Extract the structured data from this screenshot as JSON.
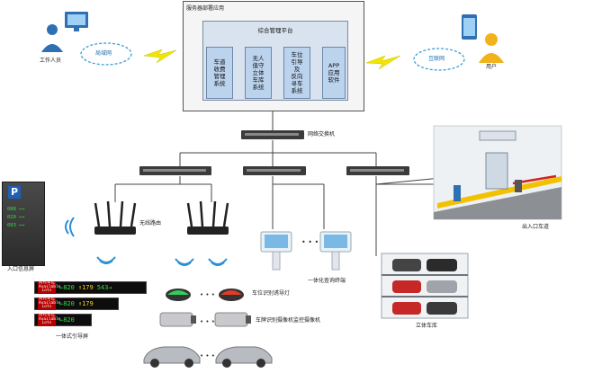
{
  "server": {
    "title": "服务器部署应用",
    "platform_title": "综合管理平台",
    "modules": [
      "车道\n收费\n管理\n系统",
      "无人\n值守\n立体\n车库\n系统",
      "车位\n引导\n及\n反向\n寻车\n系统",
      "APP\n应用\n软件"
    ]
  },
  "labels": {
    "staff": "工作人员",
    "lan": "局域网",
    "internet": "互联网",
    "user": "用户",
    "network_switch": "网络交换机",
    "wireless_router": "无线路由",
    "lane": "出入口车道",
    "query_machine": "一体化查询终端",
    "entrance_screen": "入口信息屏",
    "space_light": "车位识别诱导灯",
    "camera": "车牌识别摄像机监控摄像机",
    "led_screen": "一体式引导屏",
    "stereo_garage": "立体车库"
  },
  "led_rows": [
    {
      "tag": "尚有车位\nAvailable Lots",
      "left": "←820",
      "mid": "↑179",
      "right": "543→"
    },
    {
      "tag": "尚有车位\nAvailable Lots",
      "left": "←820",
      "mid": "↑179",
      "right": ""
    },
    {
      "tag": "尚有车位\nAvailable Lots",
      "left": "←820",
      "mid": "",
      "right": ""
    }
  ],
  "entrance_sign": {
    "letter": "P",
    "rows": [
      "088 ←←",
      "020 ←←",
      "093 ←←"
    ]
  },
  "colors": {
    "line": "#4d4d4d",
    "lightning": "#f2e600",
    "module": "#bcd3ee",
    "led_green": "#2de03a",
    "led_yellow": "#ffd21a"
  }
}
